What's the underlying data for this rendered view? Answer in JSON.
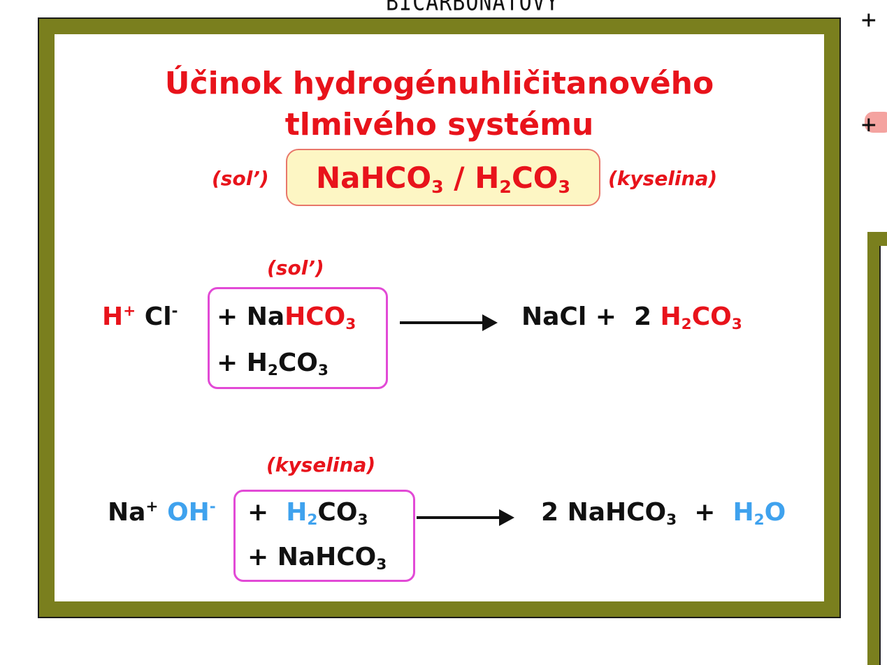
{
  "annotations": {
    "handwriting_top": "BICARBONATOVY",
    "handwriting_equals": "=",
    "handwriting_plus_1": "+",
    "handwriting_plus_2": "+"
  },
  "slide": {
    "title_line_1": "Účinok hydrogénuhličitanového",
    "title_line_2": "tlmivého systému",
    "label_salt": "(sol’)",
    "label_acid": "(kyselina)",
    "buffer": {
      "salt": "NaHCO",
      "salt_sub": "3",
      "sep": " / ",
      "acid_a": "H",
      "acid_sub1": "2",
      "acid_b": "CO",
      "acid_sub2": "3"
    }
  },
  "reaction_1": {
    "label": "(sol’)",
    "reactant_ion_1": "H",
    "reactant_ion_1_charge": "+",
    "reactant_ion_2": "Cl",
    "reactant_ion_2_charge": "-",
    "box_line_1_prefix": "+ Na",
    "box_line_1_highlight": "HCO",
    "box_line_1_sub": "3",
    "box_line_2_a": "+ H",
    "box_line_2_sub1": "2",
    "box_line_2_b": "CO",
    "box_line_2_sub2": "3",
    "product_1": "NaCl +  2 ",
    "product_2_a": "H",
    "product_2_sub1": "2",
    "product_2_b": "CO",
    "product_2_sub2": "3"
  },
  "reaction_2": {
    "label": "(kyselina)",
    "reactant_ion_1": "Na",
    "reactant_ion_1_charge": "+",
    "reactant_ion_2": "OH",
    "reactant_ion_2_charge": "-",
    "box_line_1_prefix": "+  ",
    "box_line_1_a": "H",
    "box_line_1_sub1": "2",
    "box_line_1_b": "CO",
    "box_line_1_sub2": "3",
    "box_line_2_a": "+ NaHCO",
    "box_line_2_sub": "3",
    "product_1_a": "2 NaHCO",
    "product_1_sub": "3",
    "product_1_plus": "  +  ",
    "product_2_a": "H",
    "product_2_sub": "2",
    "product_2_b": "O"
  },
  "colors": {
    "frame": "#7a7f1e",
    "red": "#e8131b",
    "blue": "#3fa2ee",
    "pink_box": "#e24ad6",
    "buffer_bg": "#fdf6c4"
  }
}
